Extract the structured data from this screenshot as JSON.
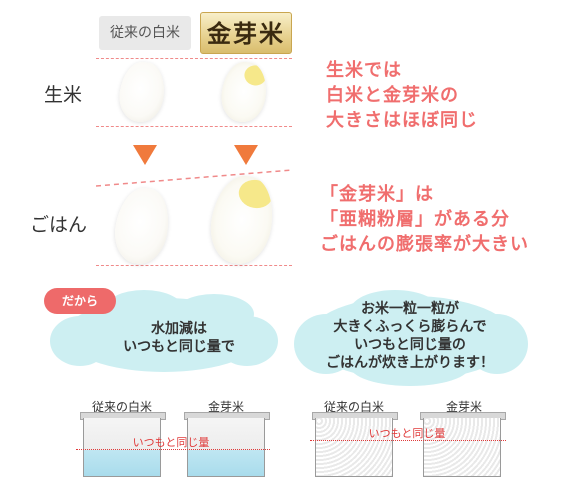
{
  "header": {
    "conventional_label": "従来の白米",
    "kinmemai_label": "金芽米"
  },
  "rows": {
    "raw_label": "生米",
    "cooked_label": "ごはん"
  },
  "notes": {
    "raw_lines": [
      "生米では",
      "白米と金芽米の",
      "大きさはほぼ同じ"
    ],
    "cooked_lines": [
      "「金芽米」は",
      "「亜糊粉層」がある分",
      "ごはんの膨張率が大きい"
    ]
  },
  "bubble_left": {
    "badge": "だから",
    "lines": [
      "水加減は",
      "いつもと同じ量で"
    ]
  },
  "bubble_right": {
    "lines": [
      "お米一粒一粒が",
      "大きくふっくら膨らんで",
      "いつもと同じ量の",
      "ごはんが炊き上がります！"
    ]
  },
  "pots_left": {
    "pot1_label": "従来の白米",
    "pot2_label": "金芽米",
    "line_label": "いつもと同じ量"
  },
  "pots_right": {
    "pot1_label": "従来の白米",
    "pot2_label": "金芽米",
    "line_label": "いつもと同じ量"
  },
  "colors": {
    "accent_pink": "#f06e6e",
    "arrow_orange": "#f07a3c",
    "bubble_blue": "#cdeff2",
    "badge_red": "#ee6a6a",
    "level_red": "#e03a3a"
  }
}
